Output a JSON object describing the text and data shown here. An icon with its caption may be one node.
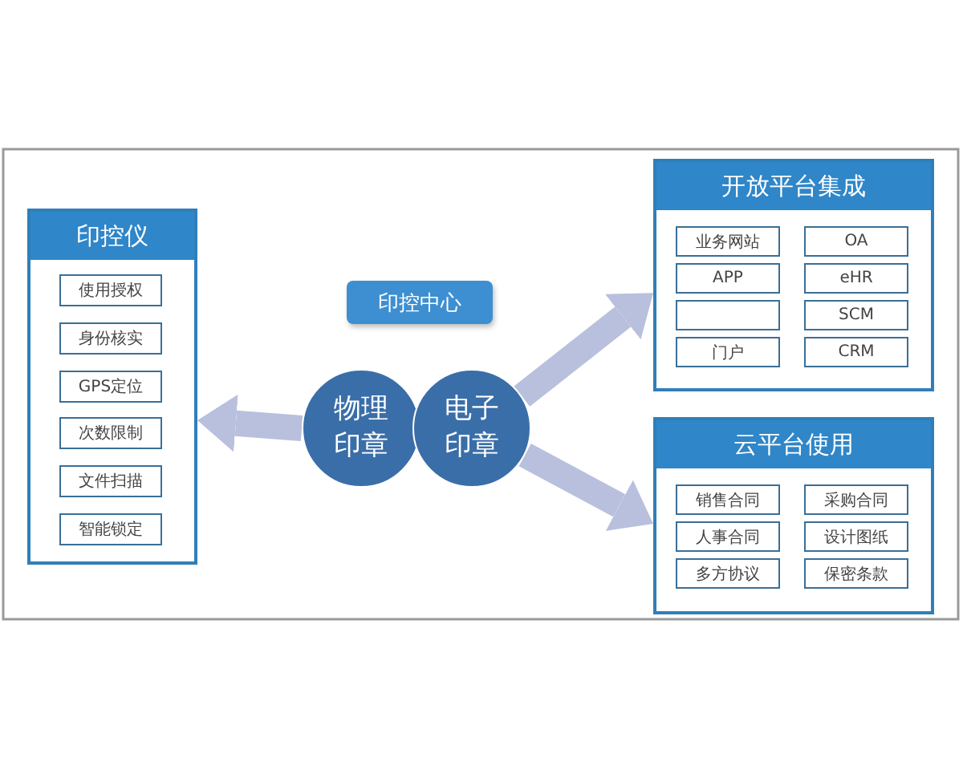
{
  "diagram": {
    "nodes": [
      {
        "text": [
          "印控仪"
        ]
      },
      {
        "text": [
          "使用授权"
        ],
        "in": 0
      },
      {
        "text": [
          "身份核实"
        ],
        "in": 0
      },
      {
        "text": [
          "GPS定位"
        ],
        "in": 0
      },
      {
        "text": [
          "次数限制"
        ],
        "in": 0
      },
      {
        "text": [
          "文件扫描"
        ],
        "in": 0
      },
      {
        "text": [
          "智能锁定"
        ],
        "in": 0
      },
      {
        "text": [
          "印控中心"
        ]
      },
      {
        "text": [
          "物理印章"
        ]
      },
      {
        "text": [
          "电子印章"
        ]
      },
      {
        "text": [
          "开放平台集成"
        ]
      },
      {
        "text": [
          "业务网站"
        ],
        "in": 10
      },
      {
        "text": [
          "OA"
        ],
        "in": 10
      },
      {
        "text": [
          "APP"
        ],
        "in": 10
      },
      {
        "text": [
          "eHR"
        ],
        "in": 10
      },
      {
        "text": [],
        "shape": "box",
        "in": 10
      },
      {
        "text": [
          "SCM"
        ],
        "in": 10
      },
      {
        "text": [
          "门户"
        ],
        "in": 10
      },
      {
        "text": [
          "CRM"
        ],
        "in": 10
      },
      {
        "text": [
          "云平台使用"
        ]
      },
      {
        "text": [
          "销售合同"
        ],
        "in": 19
      },
      {
        "text": [
          "采购合同"
        ],
        "in": 19
      },
      {
        "text": [
          "人事合同"
        ],
        "in": 19
      },
      {
        "text": [
          "设计图纸"
        ],
        "in": 19
      },
      {
        "text": [
          "多方协议"
        ],
        "in": 19
      },
      {
        "text": [
          "保密条款"
        ],
        "in": 19
      }
    ],
    "edges": [
      {
        "from": 8,
        "to": 0,
        "arrow": "to"
      },
      {
        "from": 9,
        "to": 10,
        "arrow": "to"
      },
      {
        "from": 9,
        "to": 19,
        "arrow": "to"
      }
    ]
  }
}
